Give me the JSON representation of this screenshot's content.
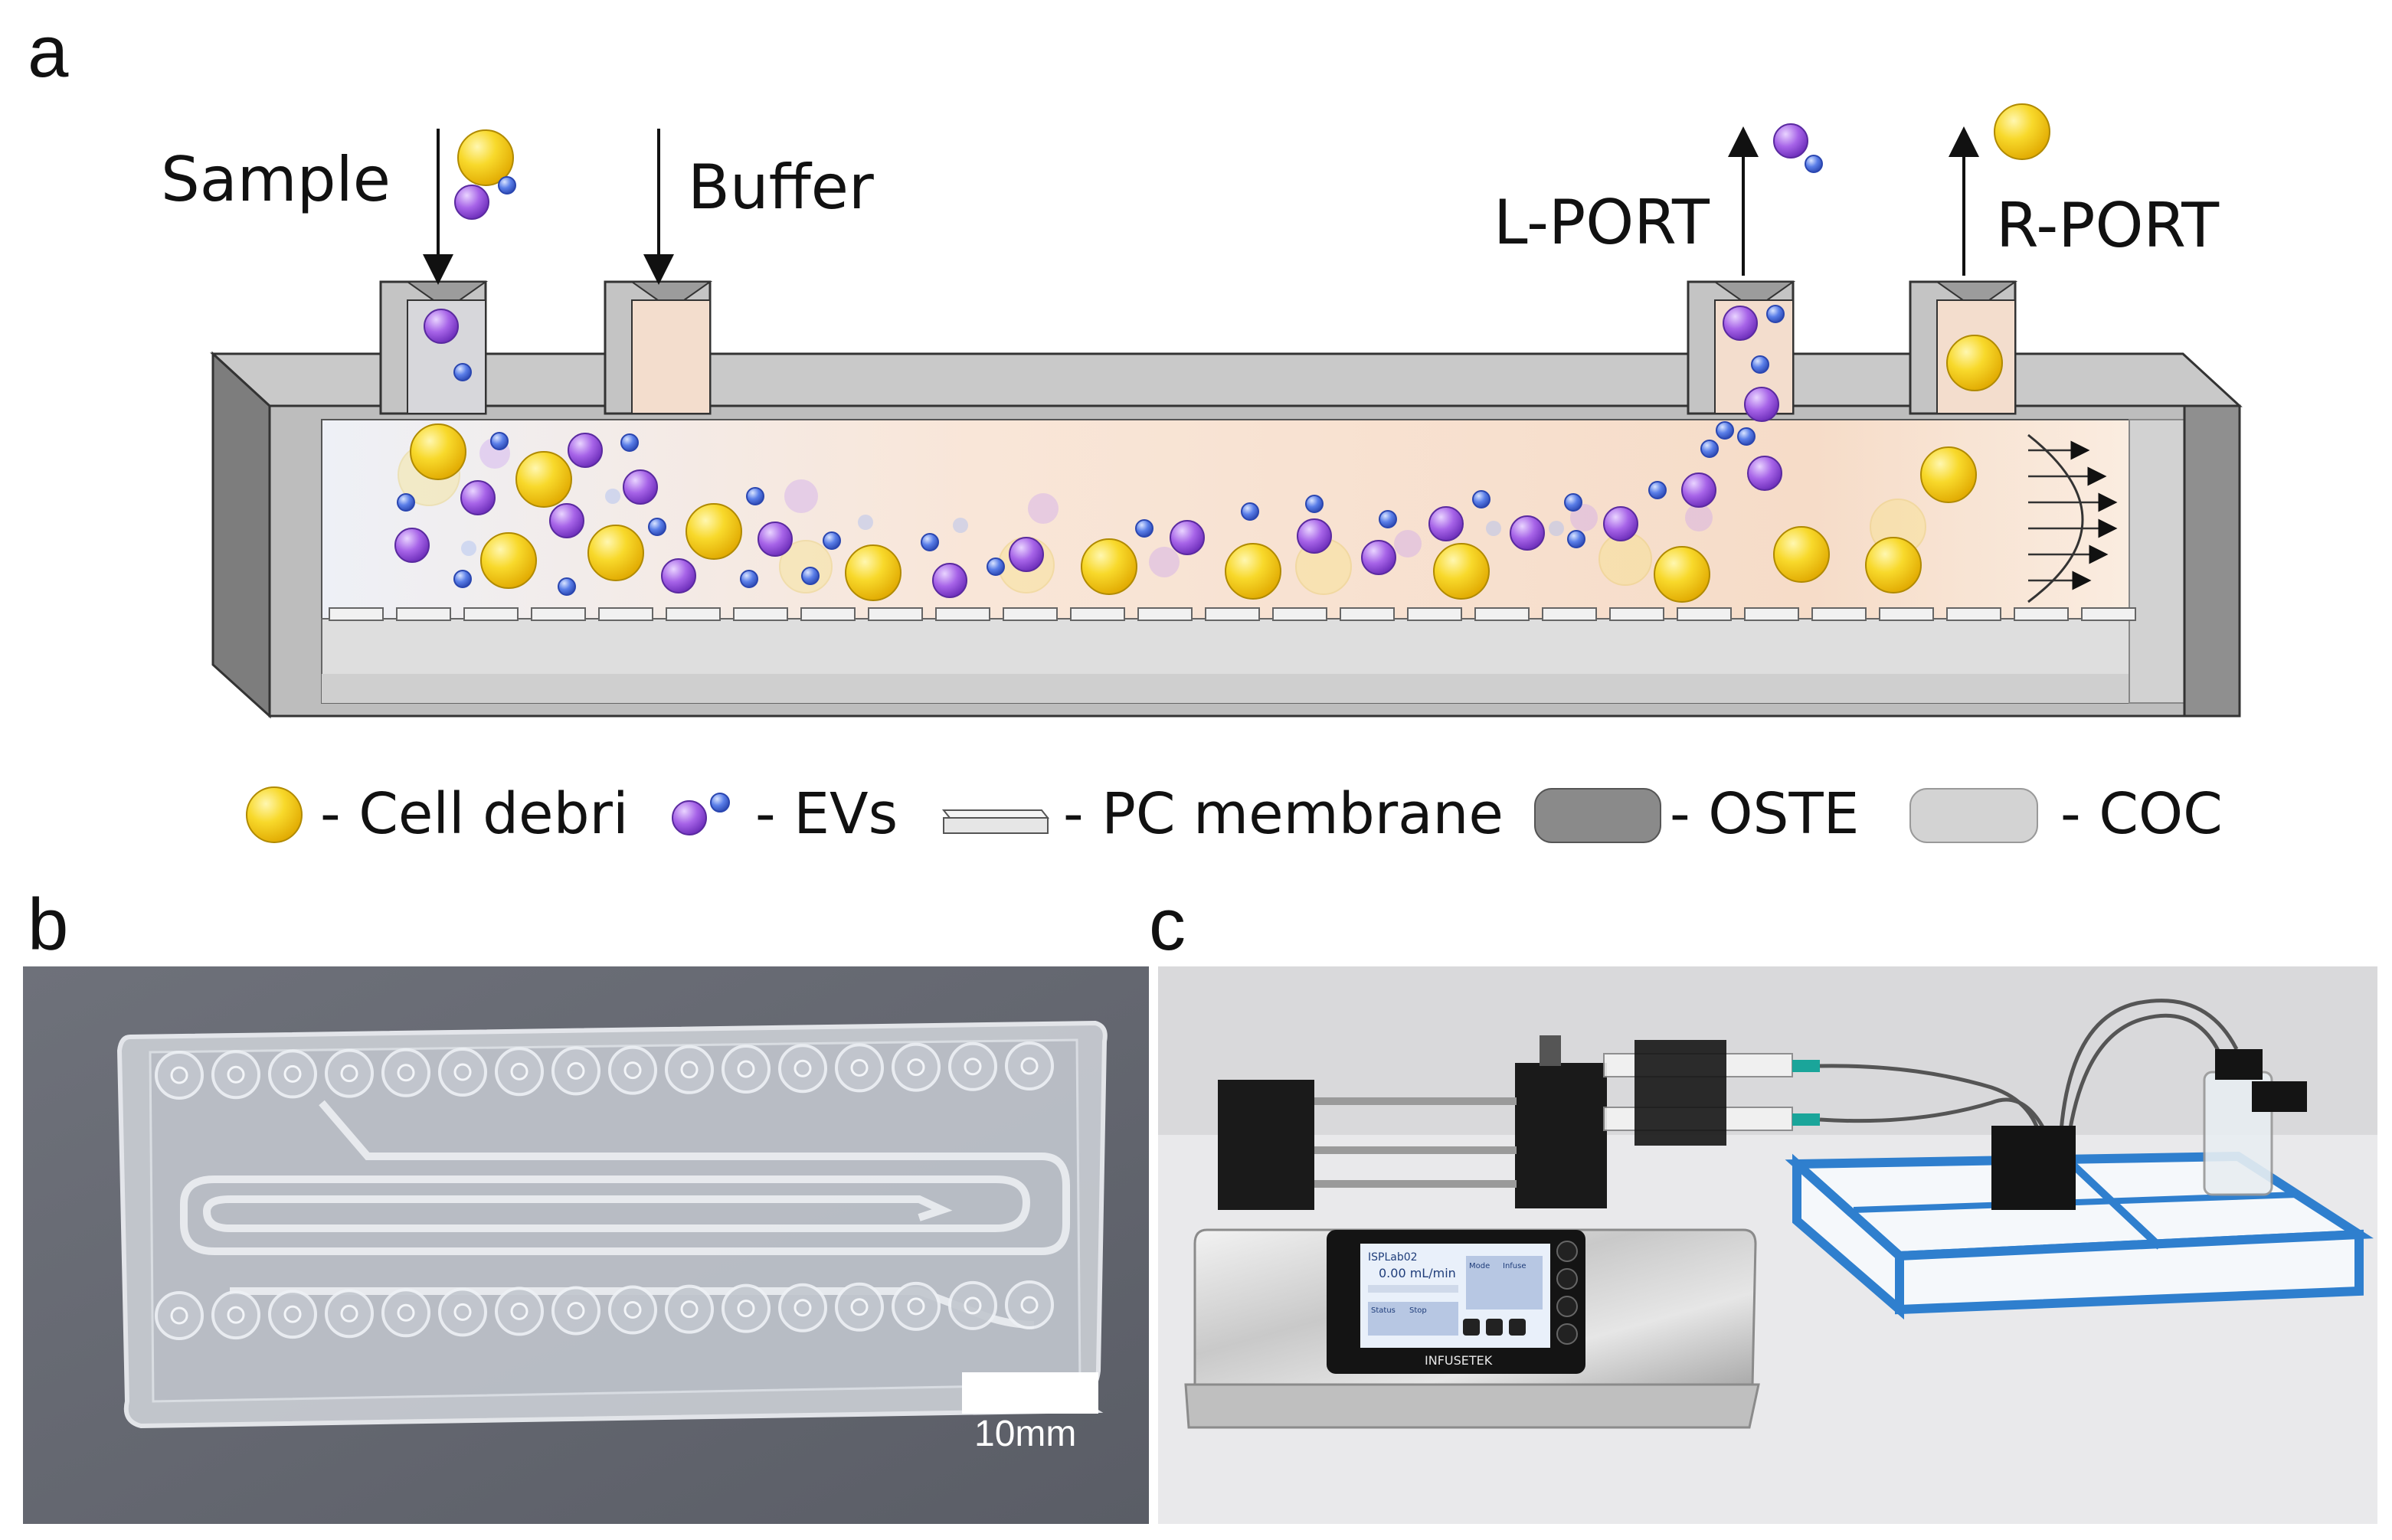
{
  "panels": {
    "a": {
      "letter": "a",
      "labels": {
        "sample": "Sample",
        "buffer": "Buffer",
        "l_port": "L-PORT",
        "r_port": "R-PORT"
      },
      "legend": [
        {
          "key": "cell_debri",
          "text": "- Cell debri"
        },
        {
          "key": "evs",
          "text": "- EVs"
        },
        {
          "key": "pc_membrane",
          "text": "- PC membrane"
        },
        {
          "key": "oste",
          "text": "- OSTE"
        },
        {
          "key": "coc",
          "text": "- COC"
        }
      ]
    },
    "b": {
      "letter": "b",
      "scale_bar": "10mm"
    },
    "c": {
      "letter": "c"
    }
  },
  "screen": {
    "brand": "ISPLab02",
    "flow": "0.00 mL/min",
    "mode_label": "Mode",
    "mode_value": "Infuse",
    "status_label": "Status",
    "status_value": "Stop",
    "maker": "INFUSETEK"
  },
  "colors": {
    "debri_fill": "#f6d21c",
    "ev_fill": "#9a55d8",
    "ev_small_fill": "#4a6fe0",
    "oste": "#8a8a8a",
    "coc": "#d3d3d3",
    "flow_tint": "#f7dcc8"
  }
}
